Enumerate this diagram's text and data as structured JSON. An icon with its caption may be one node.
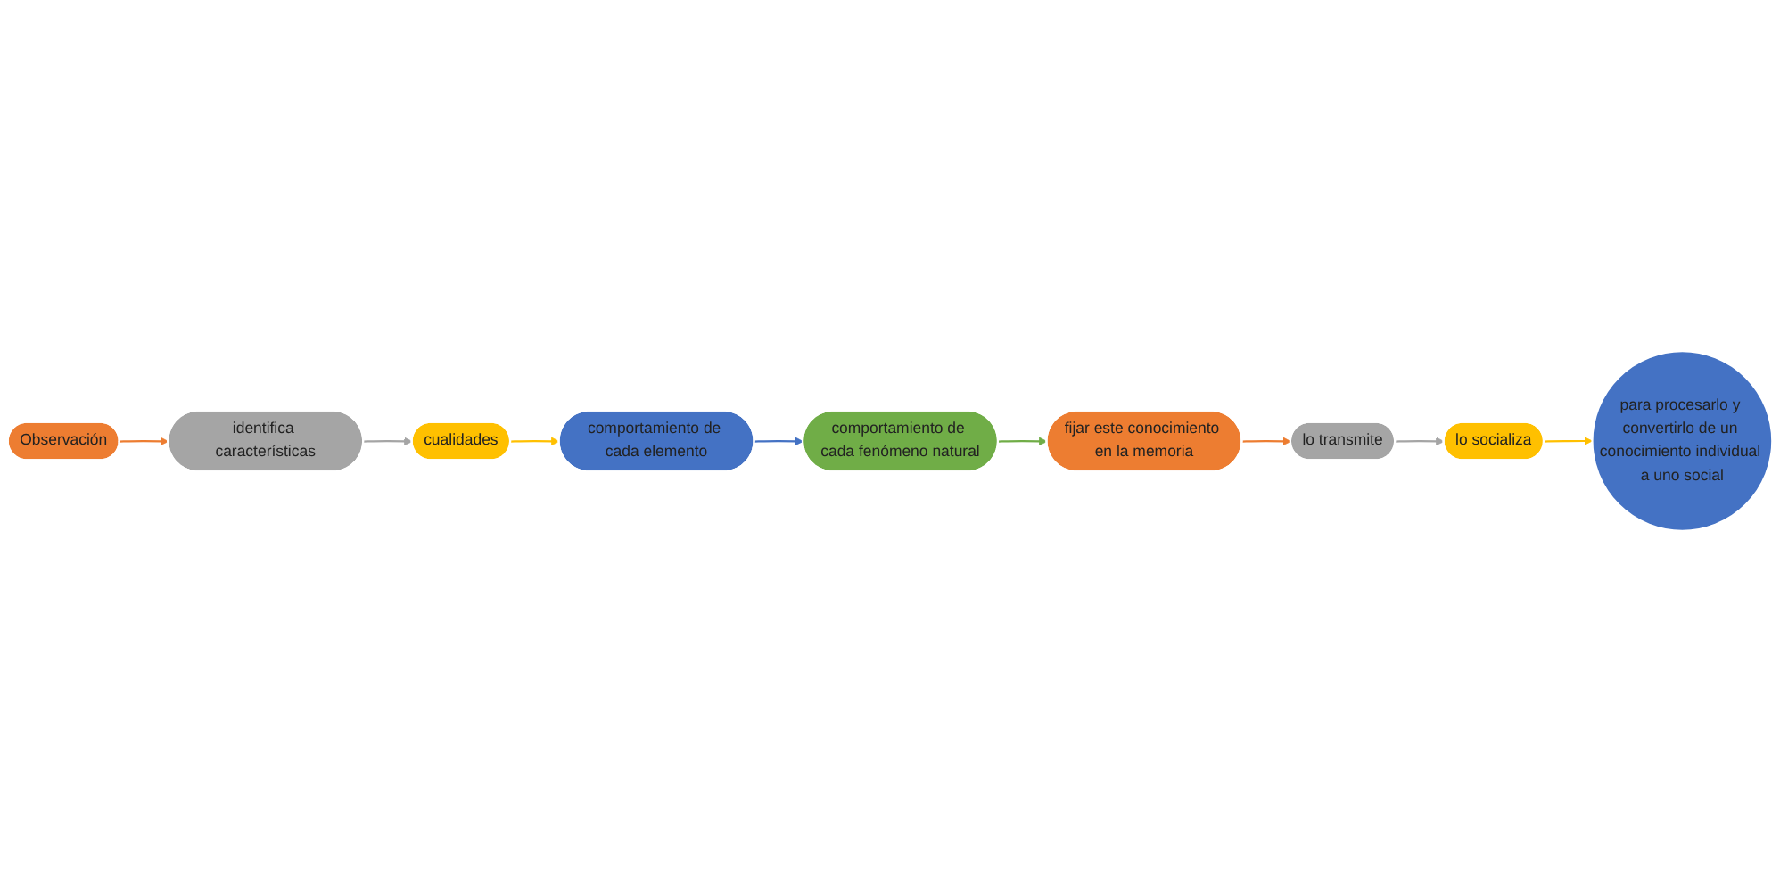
{
  "diagram": {
    "nodes": [
      {
        "text": [
          "Observación"
        ]
      },
      {
        "text": [
          "identifica características"
        ]
      },
      {
        "text": [
          "cualidades"
        ]
      },
      {
        "text": [
          "comportamiento de cada elemento"
        ]
      },
      {
        "text": [
          "comportamiento de cada fenómeno natural"
        ]
      },
      {
        "text": [
          "fijar este conocimiento en la memoria"
        ]
      },
      {
        "text": [
          "lo transmite"
        ]
      },
      {
        "text": [
          "lo socializa"
        ]
      },
      {
        "text": [
          "para procesarlo y convertirlo de un conocimiento individual a uno social"
        ]
      }
    ],
    "edges": [
      {
        "from": 0,
        "to": 1,
        "arrow": "to",
        "color": "#ed7d31"
      },
      {
        "from": 1,
        "to": 2,
        "arrow": "to",
        "color": "#a5a5a5"
      },
      {
        "from": 2,
        "to": 3,
        "arrow": "to",
        "color": "#ffc000"
      },
      {
        "from": 3,
        "to": 4,
        "arrow": "to",
        "color": "#4472c4"
      },
      {
        "from": 4,
        "to": 5,
        "arrow": "to",
        "color": "#70ad47"
      },
      {
        "from": 5,
        "to": 6,
        "arrow": "to",
        "color": "#ed7d31"
      },
      {
        "from": 6,
        "to": 7,
        "arrow": "to",
        "color": "#a5a5a5"
      },
      {
        "from": 7,
        "to": 8,
        "arrow": "to",
        "color": "#ffc000"
      }
    ]
  }
}
